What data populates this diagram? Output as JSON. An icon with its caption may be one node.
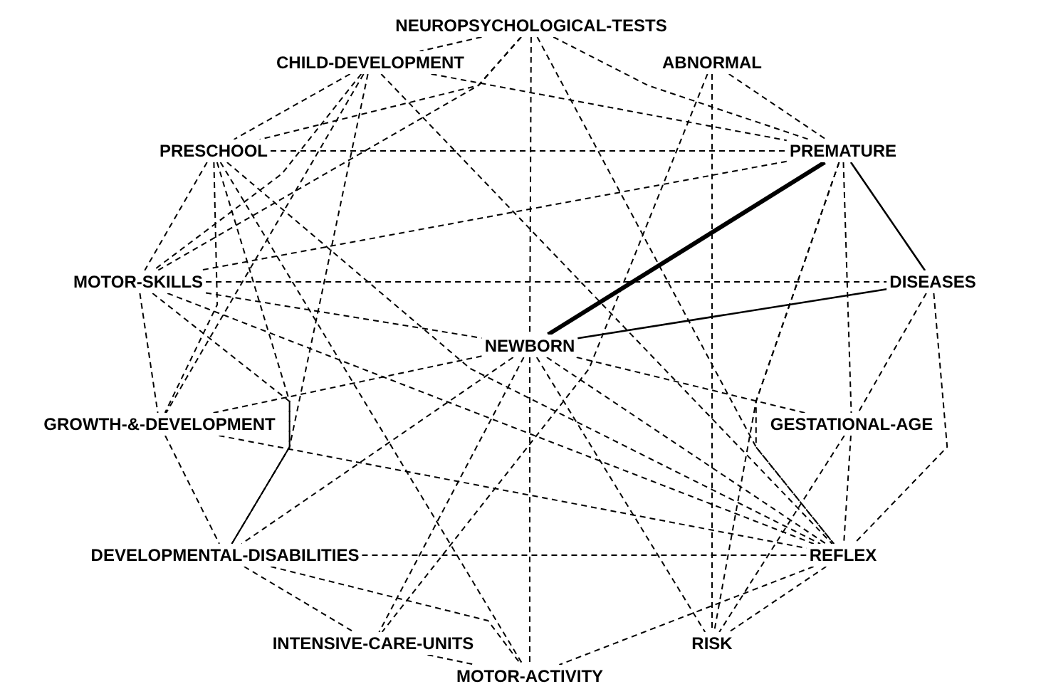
{
  "diagram": {
    "nodes": [
      {
        "text": [
          "NEUROPSYCHOLOGICAL-TESTS"
        ]
      },
      {
        "text": [
          "CHILD-DEVELOPMENT"
        ]
      },
      {
        "text": [
          "ABNORMAL"
        ]
      },
      {
        "text": [
          "PRESCHOOL"
        ]
      },
      {
        "text": [
          "PREMATURE"
        ]
      },
      {
        "text": [
          "MOTOR-SKILLS"
        ]
      },
      {
        "text": [
          "DISEASES"
        ]
      },
      {
        "text": [
          "NEWBORN"
        ]
      },
      {
        "text": [
          "GROWTH-&-DEVELOPMENT"
        ]
      },
      {
        "text": [
          "GESTATIONAL-AGE"
        ]
      },
      {
        "text": [
          "DEVELOPMENTAL-DISABILITIES"
        ]
      },
      {
        "text": [
          "REFLEX"
        ]
      },
      {
        "text": [
          "INTENSIVE-CARE-UNITS"
        ]
      },
      {
        "text": [
          "RISK"
        ]
      },
      {
        "text": [
          "MOTOR-ACTIVITY"
        ]
      }
    ],
    "edges": [
      {
        "from": 0,
        "to": 1,
        "arrow": "none",
        "style": "dashed"
      },
      {
        "from": 0,
        "to": 3,
        "arrow": "none",
        "style": "dashed"
      },
      {
        "from": 0,
        "to": 4,
        "arrow": "none",
        "style": "dashed"
      },
      {
        "from": 0,
        "to": 7,
        "arrow": "none",
        "style": "dashed"
      },
      {
        "from": 0,
        "to": 5,
        "arrow": "none",
        "style": "dashed"
      },
      {
        "from": 0,
        "to": 11,
        "arrow": "none",
        "style": "dashed"
      },
      {
        "from": 1,
        "to": 3,
        "arrow": "none",
        "style": "dashed"
      },
      {
        "from": 1,
        "to": 5,
        "arrow": "none",
        "style": "dashed"
      },
      {
        "from": 1,
        "to": 8,
        "arrow": "none",
        "style": "dashed"
      },
      {
        "from": 1,
        "to": 4,
        "arrow": "none",
        "style": "dashed"
      },
      {
        "from": 1,
        "to": 11,
        "arrow": "none",
        "style": "dashed"
      },
      {
        "from": 1,
        "to": 10,
        "arrow": "none",
        "style": "dashed"
      },
      {
        "from": 2,
        "to": 4,
        "arrow": "none",
        "style": "dashed"
      },
      {
        "from": 2,
        "to": 13,
        "arrow": "none",
        "style": "dashed"
      },
      {
        "from": 2,
        "to": 12,
        "arrow": "none",
        "style": "dashed"
      },
      {
        "from": 3,
        "to": 4,
        "arrow": "none",
        "style": "dashed"
      },
      {
        "from": 3,
        "to": 5,
        "arrow": "none",
        "style": "dashed"
      },
      {
        "from": 3,
        "to": 10,
        "arrow": "none",
        "style": "dashed"
      },
      {
        "from": 3,
        "to": 8,
        "arrow": "none",
        "style": "dashed"
      },
      {
        "from": 3,
        "to": 11,
        "arrow": "none",
        "style": "dashed"
      },
      {
        "from": 3,
        "to": 14,
        "arrow": "none",
        "style": "dashed"
      },
      {
        "from": 4,
        "to": 5,
        "arrow": "none",
        "style": "dashed"
      },
      {
        "from": 4,
        "to": 7,
        "arrow": "none",
        "style": "thick"
      },
      {
        "from": 4,
        "to": 6,
        "arrow": "none"
      },
      {
        "from": 4,
        "to": 9,
        "arrow": "none",
        "style": "dashed"
      },
      {
        "from": 4,
        "to": 11,
        "arrow": "none",
        "style": "dashed"
      },
      {
        "from": 4,
        "to": 13,
        "arrow": "none",
        "style": "dashed"
      },
      {
        "from": 5,
        "to": 6,
        "arrow": "none",
        "style": "dashed"
      },
      {
        "from": 5,
        "to": 8,
        "arrow": "none",
        "style": "dashed"
      },
      {
        "from": 5,
        "to": 10,
        "arrow": "none",
        "style": "dashed"
      },
      {
        "from": 5,
        "to": 7,
        "arrow": "none",
        "style": "dashed"
      },
      {
        "from": 5,
        "to": 11,
        "arrow": "none",
        "style": "dashed"
      },
      {
        "from": 6,
        "to": 7,
        "arrow": "none"
      },
      {
        "from": 6,
        "to": 9,
        "arrow": "none",
        "style": "dashed"
      },
      {
        "from": 6,
        "to": 11,
        "arrow": "none",
        "style": "dashed"
      },
      {
        "from": 7,
        "to": 8,
        "arrow": "none",
        "style": "dashed"
      },
      {
        "from": 7,
        "to": 9,
        "arrow": "none",
        "style": "dashed"
      },
      {
        "from": 7,
        "to": 10,
        "arrow": "none",
        "style": "dashed"
      },
      {
        "from": 7,
        "to": 11,
        "arrow": "none",
        "style": "dashed"
      },
      {
        "from": 7,
        "to": 13,
        "arrow": "none",
        "style": "dashed"
      },
      {
        "from": 7,
        "to": 14,
        "arrow": "none",
        "style": "dashed"
      },
      {
        "from": 7,
        "to": 12,
        "arrow": "none",
        "style": "dashed"
      },
      {
        "from": 8,
        "to": 10,
        "arrow": "none",
        "style": "dashed"
      },
      {
        "from": 8,
        "to": 11,
        "arrow": "none",
        "style": "dashed"
      },
      {
        "from": 9,
        "to": 11,
        "arrow": "none",
        "style": "dashed"
      },
      {
        "from": 9,
        "to": 13,
        "arrow": "none",
        "style": "dashed"
      },
      {
        "from": 10,
        "to": 11,
        "arrow": "none",
        "style": "dashed"
      },
      {
        "from": 10,
        "to": 12,
        "arrow": "none",
        "style": "dashed"
      },
      {
        "from": 10,
        "to": 14,
        "arrow": "none",
        "style": "dashed"
      },
      {
        "from": 11,
        "to": 13,
        "arrow": "none",
        "style": "dashed"
      },
      {
        "from": 11,
        "to": 14,
        "arrow": "none",
        "style": "dashed"
      },
      {
        "from": 12,
        "to": 14,
        "arrow": "none",
        "style": "dashed"
      }
    ]
  }
}
